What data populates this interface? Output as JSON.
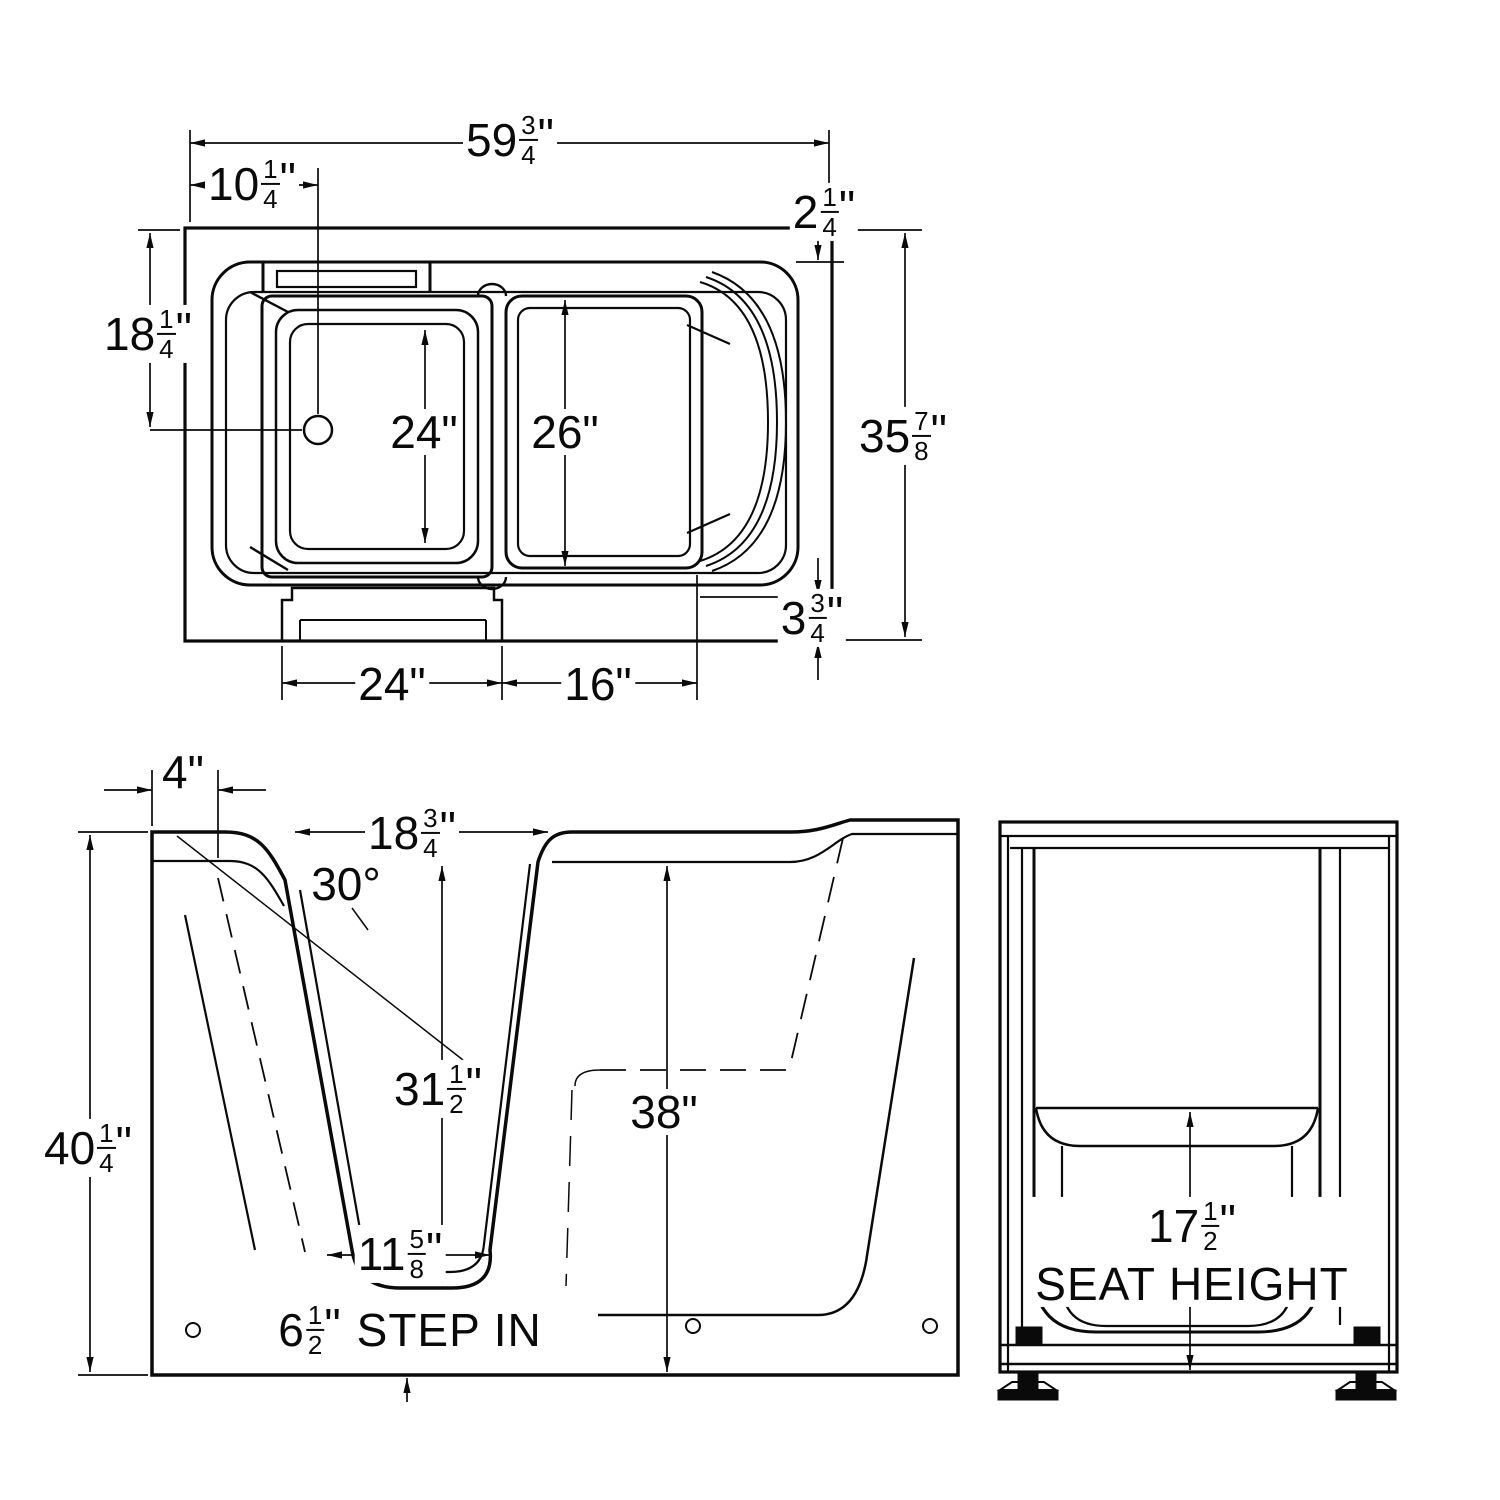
{
  "drawing": {
    "type": "walk-in bathtub dimensional drawing",
    "line_color": "#0a0a0a",
    "background_color": "#ffffff"
  },
  "views": {
    "top": {
      "name": "top plan view",
      "dims": {
        "overall_length": {
          "whole": "59",
          "num": "3",
          "den": "4",
          "unit": "\""
        },
        "drain_offset": {
          "whole": "10",
          "num": "1",
          "den": "4",
          "unit": "\""
        },
        "deck_lip": {
          "whole": "2",
          "num": "1",
          "den": "4",
          "unit": "\""
        },
        "drain_setback": {
          "whole": "18",
          "num": "1",
          "den": "4",
          "unit": "\""
        },
        "well_width": {
          "text": "24\""
        },
        "seat_width": {
          "text": "26\""
        },
        "overall_width": {
          "whole": "35",
          "num": "7",
          "den": "8",
          "unit": "\""
        },
        "base_inset": {
          "whole": "3",
          "num": "3",
          "den": "4",
          "unit": "\""
        },
        "door_base_width": {
          "text": "24\""
        },
        "seat_base_length": {
          "text": "16\""
        }
      }
    },
    "front": {
      "name": "front elevation view",
      "dims": {
        "rim_flat": {
          "text": "4\""
        },
        "door_top_width": {
          "whole": "18",
          "num": "3",
          "den": "4",
          "unit": "\""
        },
        "door_angle": {
          "text": "30°"
        },
        "overall_height": {
          "whole": "40",
          "num": "1",
          "den": "4",
          "unit": "\""
        },
        "door_opening_height": {
          "whole": "31",
          "num": "1",
          "den": "2",
          "unit": "\""
        },
        "interior_height": {
          "text": "38\""
        },
        "door_bottom_width": {
          "whole": "11",
          "num": "5",
          "den": "8",
          "unit": "\""
        },
        "step_in": {
          "whole": "6",
          "num": "1",
          "den": "2",
          "unit": "\"",
          "label": "STEP IN"
        }
      }
    },
    "end": {
      "name": "end elevation view",
      "dims": {
        "seat_height": {
          "whole": "17",
          "num": "1",
          "den": "2",
          "unit": "\"",
          "label": "SEAT HEIGHT"
        }
      }
    }
  }
}
